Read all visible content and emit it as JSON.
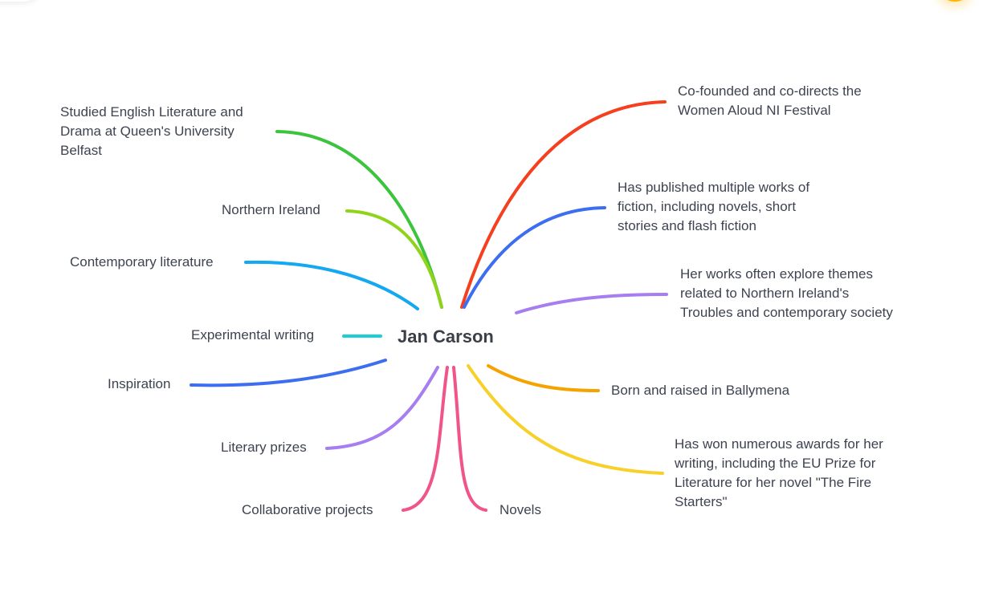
{
  "center": {
    "label": "Jan Carson"
  },
  "left_nodes": [
    {
      "label": "Studied English Literature and\nDrama at Queen's University\nBelfast",
      "color": "#3cc43c"
    },
    {
      "label": "Northern Ireland",
      "color": "#8fd41a"
    },
    {
      "label": "Contemporary literature",
      "color": "#13a8f0"
    },
    {
      "label": "Experimental writing",
      "color": "#1ccfd6"
    },
    {
      "label": "Inspiration",
      "color": "#3e6ef0"
    },
    {
      "label": "Literary prizes",
      "color": "#a67ef0"
    },
    {
      "label": "Collaborative projects",
      "color": "#f0548a"
    }
  ],
  "right_nodes": [
    {
      "label": "Co-founded and co-directs the\nWomen Aloud NI Festival",
      "color": "#f53f1e"
    },
    {
      "label": "Has published multiple works of\nfiction, including novels, short\nstories and flash fiction",
      "color": "#3e6ef0"
    },
    {
      "label": "Her works often explore themes\nrelated to Northern Ireland's\nTroubles and contemporary society",
      "color": "#a67ef0"
    },
    {
      "label": "Born and raised in Ballymena",
      "color": "#f5a300"
    },
    {
      "label": "Has won numerous awards for her\nwriting, including the EU Prize for\nLiterature for her novel \"The Fire\nStarters\"",
      "color": "#f8d02a"
    },
    {
      "label": "Novels",
      "color": "#f0548a"
    }
  ]
}
